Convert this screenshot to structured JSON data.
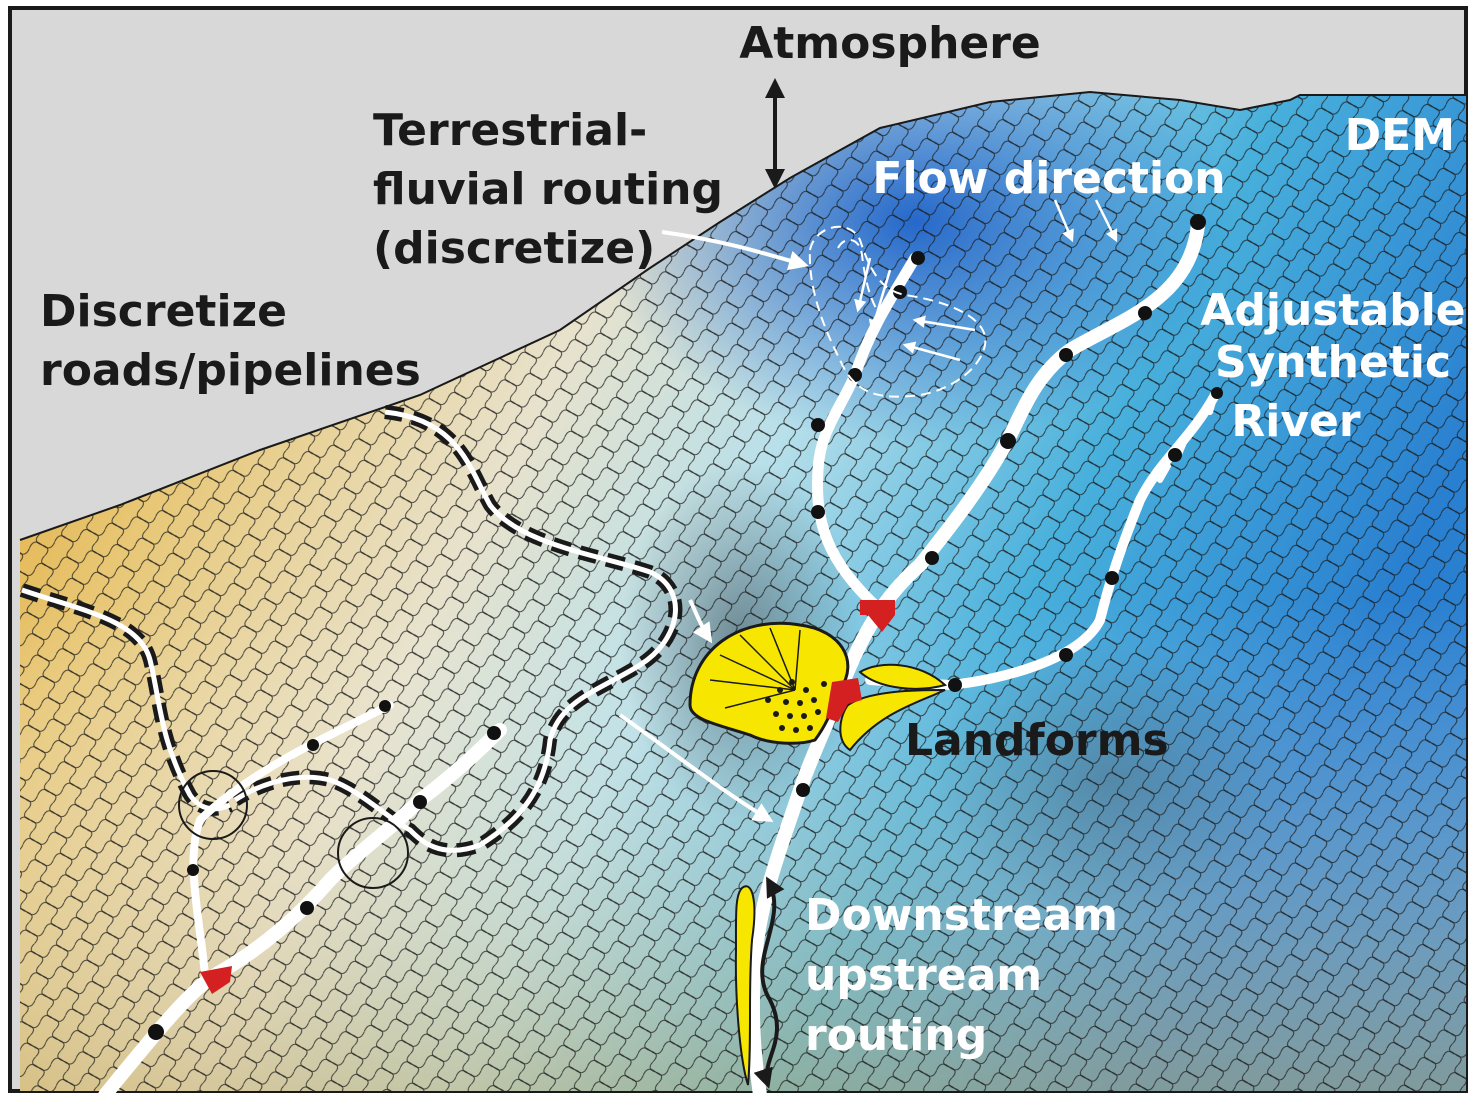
{
  "labels": {
    "atmosphere": "Atmosphere",
    "terrestrial_1": "Terrestrial-",
    "terrestrial_2": "fluvial routing",
    "terrestrial_3": "(discretize)",
    "discretize_1": "Discretize",
    "discretize_2": "roads/pipelines",
    "dem": "DEM",
    "flow_direction": "Flow direction",
    "synthetic_1": "Adjustable",
    "synthetic_2": "Synthetic",
    "synthetic_3": "River",
    "landforms": "Landforms",
    "downstream_1": "Downstream",
    "downstream_2": "upstream",
    "downstream_3": "routing"
  },
  "colors": {
    "sky": "#d8d8d8",
    "dem_blue_dark": "#1e62c8",
    "dem_blue_light": "#8fd4ea",
    "terrain_pale": "#e4dcc0",
    "terrain_orange": "#e0a020",
    "landform_yellow": "#f6e600",
    "junction_red": "#d42020",
    "river_white": "#ffffff"
  }
}
